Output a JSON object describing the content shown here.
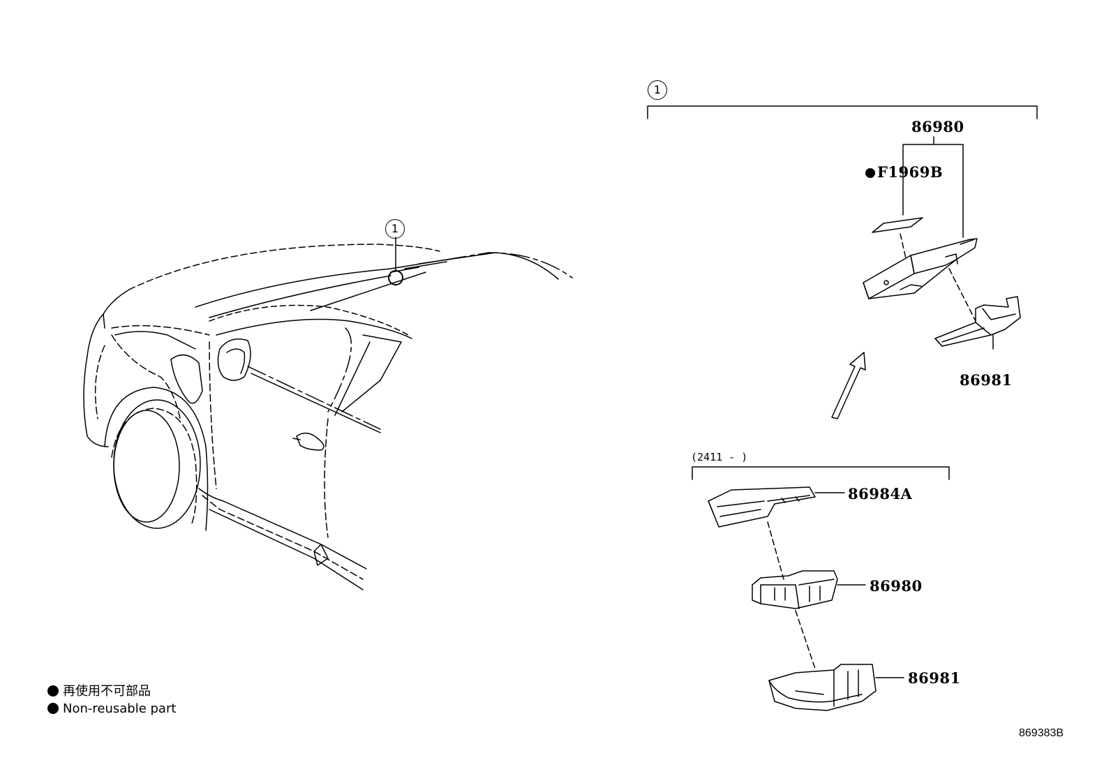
{
  "callouts": {
    "car_ref": "1",
    "group_ref": "1"
  },
  "parts": {
    "top_assembly": "86980",
    "film": "F1969B",
    "top_cover": "86981",
    "lower_bracket": "86984A",
    "lower_assembly": "86980",
    "lower_cover": "86981"
  },
  "range_label": {
    "text": "(2411 -      )"
  },
  "legend": {
    "non_reusable_jp": "再使用不可部品",
    "non_reusable_en": "Non-reusable part"
  },
  "diagram_code": "869383B",
  "colors": {
    "line": "#000000",
    "background": "#ffffff"
  }
}
